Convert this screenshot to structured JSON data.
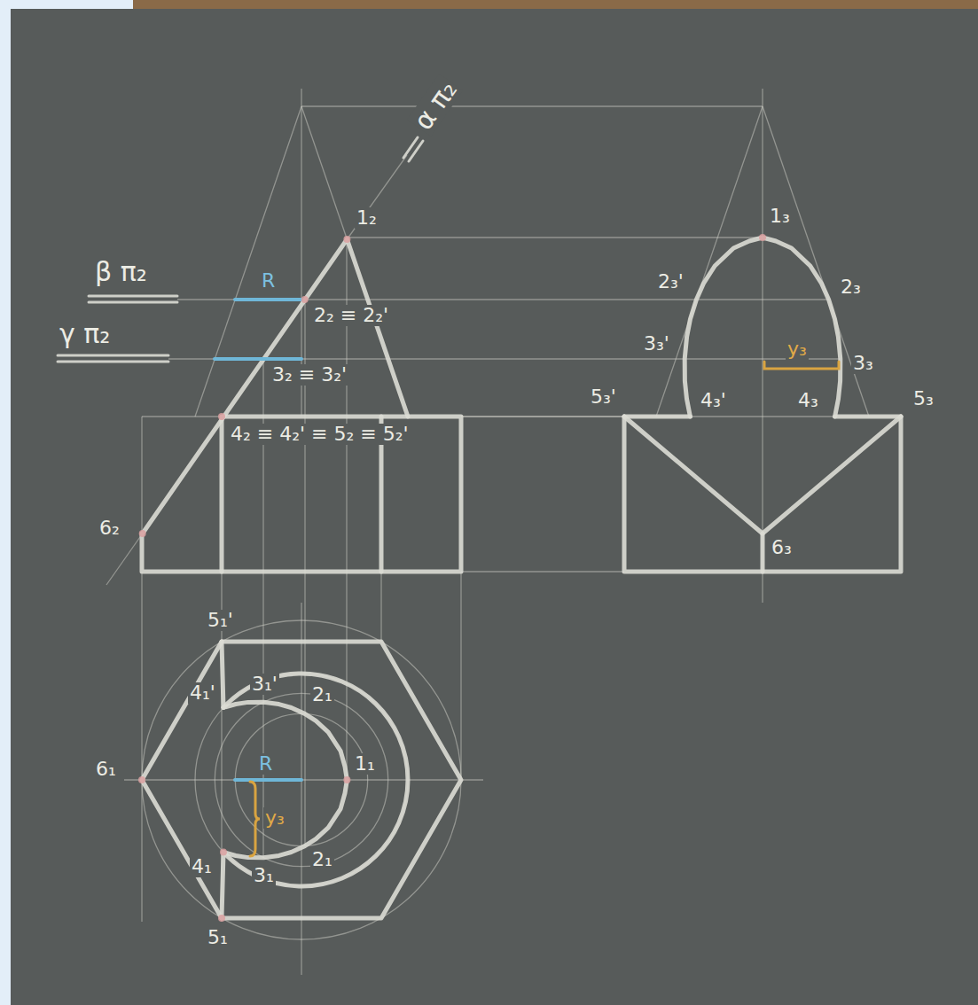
{
  "diagram": {
    "labels": [
      "α π₂",
      "β π₂",
      "R",
      "1₂",
      "2₂ ≡ 2₂'",
      "γ π₂",
      "3₂ ≡ 3₂'",
      "4₂ ≡ 4₂' ≡ 5₂ ≡ 5₂'",
      "6₂",
      "1₃",
      "2₃'",
      "2₃",
      "3₃'",
      "y₃",
      "3₃",
      "5₃'",
      "4₃'",
      "4₃",
      "5₃",
      "6₃",
      "5₁'",
      "4₁'",
      "3₁'",
      "2₁",
      "6₁",
      "R",
      "1₁",
      "y₃",
      "2₁",
      "4₁",
      "3₁",
      "5₁"
    ]
  }
}
